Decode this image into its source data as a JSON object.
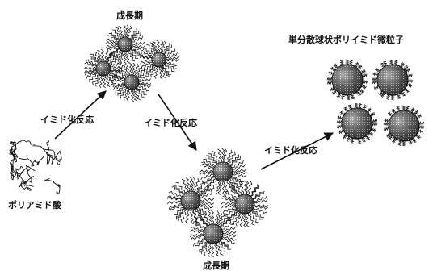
{
  "labels": {
    "polyamic_acid": "ポリアミド酸",
    "growth_top": "成長期",
    "growth_bottom": "成長期",
    "imidization_1": "イミド化反応",
    "imidization_2": "イミド化反応",
    "imidization_3": "イミド化反応",
    "product": "単分散球状ポリイミド微粒子"
  },
  "colors": {
    "ink": "#111111",
    "core_fill": "#555555",
    "core_dot": "#dddddd",
    "background": "#ffffff"
  },
  "icons": {
    "tangled_chain": "tangled-polymer-chain",
    "hairy_particle": "hairy-particle",
    "smooth_particle": "smooth-particle",
    "arrow": "reaction-arrow"
  }
}
